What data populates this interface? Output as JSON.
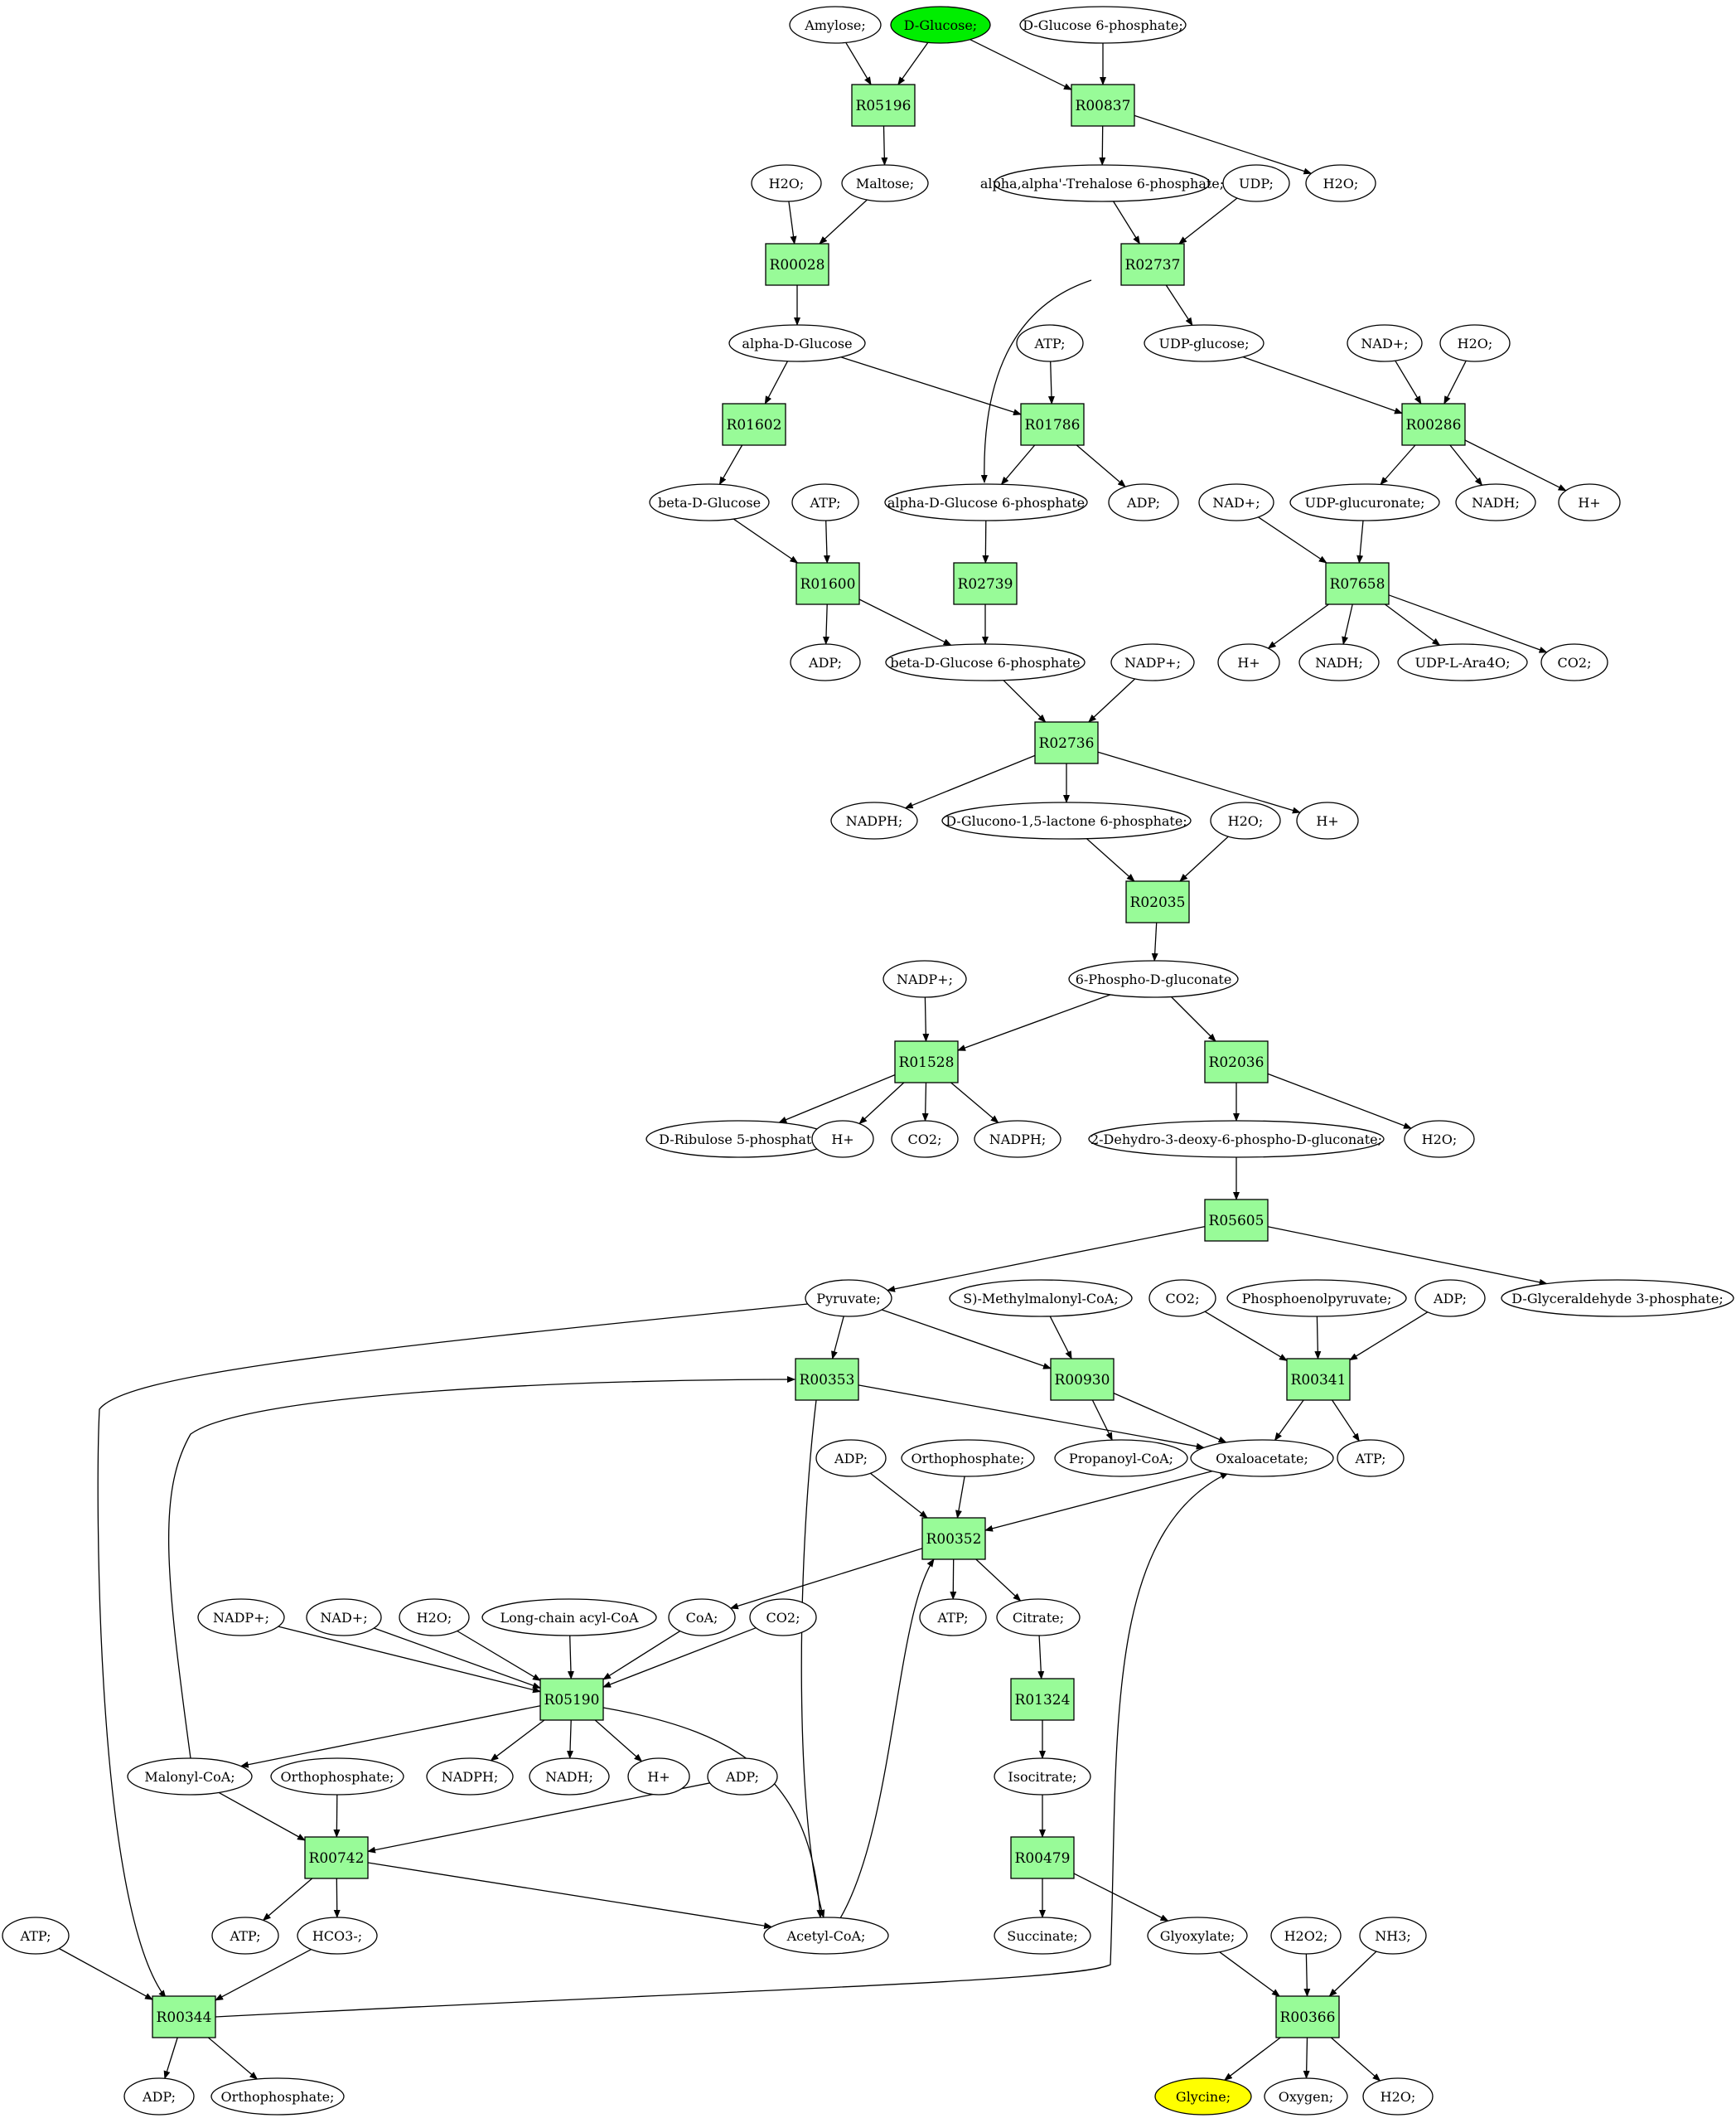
{
  "colors": {
    "reaction_fill": "#98fb98",
    "start_fill": "#00ee00",
    "end_fill": "#ffff00",
    "node_fill": "#ffffff",
    "stroke": "#000000"
  },
  "reactions": {
    "R05196": "R05196",
    "R00837": "R00837",
    "R00028": "R00028",
    "R02737": "R02737",
    "R01602": "R01602",
    "R01786": "R01786",
    "R00286": "R00286",
    "R01600": "R01600",
    "R02739": "R02739",
    "R07658": "R07658",
    "R02736": "R02736",
    "R02035": "R02035",
    "R01528": "R01528",
    "R02036": "R02036",
    "R05605": "R05605",
    "R00353": "R00353",
    "R00930": "R00930",
    "R00341": "R00341",
    "R00352": "R00352",
    "R05190": "R05190",
    "R01324": "R01324",
    "R00742": "R00742",
    "R00479": "R00479",
    "R00344": "R00344",
    "R00366": "R00366"
  },
  "compounds": {
    "amylose": "Amylose;",
    "d_glucose": "D-Glucose;",
    "d_glucose_6p": "D-Glucose 6-phosphate;",
    "h2o_a": "H2O;",
    "maltose": "Maltose;",
    "trehalose_6p": "alpha,alpha'-Trehalose 6-phosphate;",
    "udp": "UDP;",
    "h2o_b": "H2O;",
    "alpha_d_glucose": "alpha-D-Glucose",
    "atp_a": "ATP;",
    "udp_glucose": "UDP-glucose;",
    "nad_a": "NAD+;",
    "h2o_c": "H2O;",
    "beta_d_glucose": "beta-D-Glucose",
    "atp_b": "ATP;",
    "alpha_d_glucose_6p": "alpha-D-Glucose 6-phosphate",
    "adp_a": "ADP;",
    "nad_b": "NAD+;",
    "udp_glucuronate": "UDP-glucuronate;",
    "nadh_a": "NADH;",
    "h_a": "H+",
    "adp_b": "ADP;",
    "beta_d_glucose_6p": "beta-D-Glucose 6-phosphate",
    "nadp_a": "NADP+;",
    "h_b": "H+",
    "nadh_b": "NADH;",
    "udp_l_ara4o": "UDP-L-Ara4O;",
    "co2_a": "CO2;",
    "nadph_a": "NADPH;",
    "glucono_lactone_6p": "D-Glucono-1,5-lactone 6-phosphate;",
    "h2o_d": "H2O;",
    "h_c": "H+",
    "phospho_gluconate": "6-Phospho-D-gluconate",
    "nadp_b": "NADP+;",
    "ribulose_5p": "D-Ribulose 5-phosphate",
    "h_d": "H+",
    "co2_b": "CO2;",
    "nadph_b": "NADPH;",
    "kdpg": "2-Dehydro-3-deoxy-6-phospho-D-gluconate;",
    "h2o_e": "H2O;",
    "pyruvate": "Pyruvate;",
    "methylmalonyl_coa": "S)-Methylmalonyl-CoA;",
    "co2_c": "CO2;",
    "pep": "Phosphoenolpyruvate;",
    "adp_c": "ADP;",
    "g3p": "D-Glyceraldehyde 3-phosphate;",
    "adp_d": "ADP;",
    "orthophosphate_a": "Orthophosphate;",
    "propanoyl_coa": "Propanoyl-CoA;",
    "oxaloacetate": "Oxaloacetate;",
    "atp_c": "ATP;",
    "nadp_c": "NADP+;",
    "nad_c": "NAD+;",
    "h2o_f": "H2O;",
    "long_chain_acyl_coa": "Long-chain acyl-CoA",
    "coa": "CoA;",
    "co2_d": "CO2;",
    "atp_d": "ATP;",
    "citrate": "Citrate;",
    "malonyl_coa": "Malonyl-CoA;",
    "orthophosphate_b": "Orthophosphate;",
    "nadph_c": "NADPH;",
    "nadh_c": "NADH;",
    "h_e": "H+",
    "adp_e": "ADP;",
    "isocitrate": "Isocitrate;",
    "atp_e": "ATP;",
    "atp_f": "ATP;",
    "hco3": "HCO3-;",
    "acetyl_coa": "Acetyl-CoA;",
    "succinate": "Succinate;",
    "glyoxylate": "Glyoxylate;",
    "h2o2": "H2O2;",
    "nh3": "NH3;",
    "adp_f": "ADP;",
    "orthophosphate_c": "Orthophosphate;",
    "glycine": "Glycine;",
    "oxygen": "Oxygen;",
    "h2o_g": "H2O;"
  }
}
